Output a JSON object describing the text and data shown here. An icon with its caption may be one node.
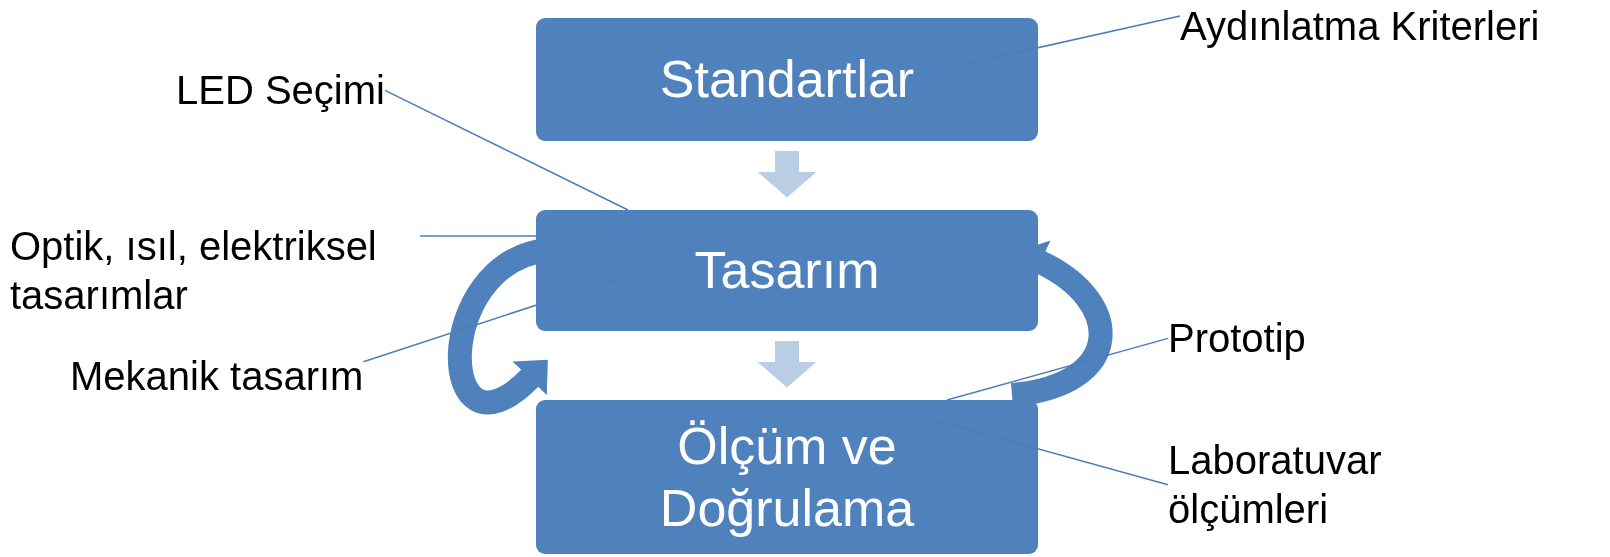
{
  "diagram": {
    "nodes": [
      {
        "text": [
          "Standartlar"
        ]
      },
      {
        "text": [
          "Tasarım"
        ]
      },
      {
        "text": [
          "Ölçüm ve Doğrulama"
        ]
      },
      {
        "text": [
          "Aydınlatma Kriterleri"
        ]
      },
      {
        "text": [
          "LED Seçimi"
        ]
      },
      {
        "text": [
          "Optik, ısıl, elektriksel tasarımlar"
        ]
      },
      {
        "text": [
          "Mekanik tasarım"
        ]
      },
      {
        "text": [
          "Prototip"
        ]
      },
      {
        "text": [
          "Laboratuvar ölçümleri"
        ]
      }
    ],
    "edges": [
      {
        "from": 0,
        "to": 1,
        "arrow": "to",
        "style": "thick",
        "color": "#b9cde5"
      },
      {
        "from": 1,
        "to": 2,
        "arrow": "to",
        "style": "thick",
        "color": "#b9cde5"
      },
      {
        "from": 1,
        "to": 2,
        "arrow": "to",
        "style": "thick"
      },
      {
        "from": 2,
        "to": 1,
        "arrow": "to",
        "style": "thick"
      },
      {
        "from": 3,
        "to": 0,
        "arrow": "none"
      },
      {
        "from": 4,
        "to": 1,
        "arrow": "none"
      },
      {
        "from": 5,
        "to": 1,
        "arrow": "none"
      },
      {
        "from": 6,
        "to": 1,
        "arrow": "none"
      },
      {
        "from": 7,
        "to": 2,
        "arrow": "none"
      },
      {
        "from": 8,
        "to": 2,
        "arrow": "none"
      }
    ]
  }
}
